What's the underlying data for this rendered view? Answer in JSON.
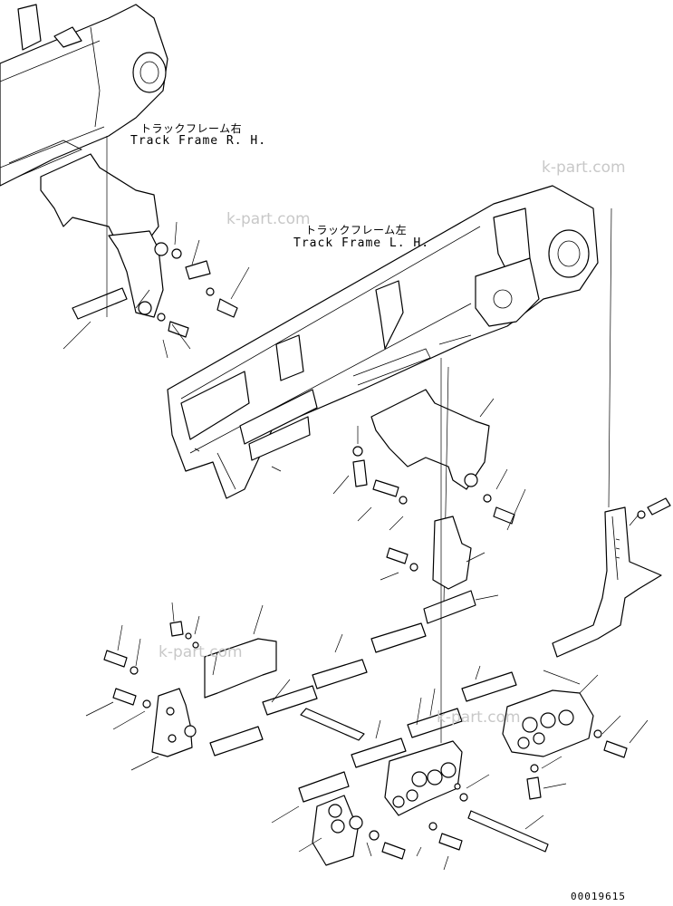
{
  "labels": {
    "rh_jp": "トラックフレーム右",
    "rh_en": "Track Frame R. H.",
    "lh_jp": "トラックフレーム左",
    "lh_en": "Track Frame L. H."
  },
  "watermarks": [
    "k-part.com",
    "k-part.com",
    "k-part.com",
    "k-part.com"
  ],
  "drawing_number": "00019615"
}
